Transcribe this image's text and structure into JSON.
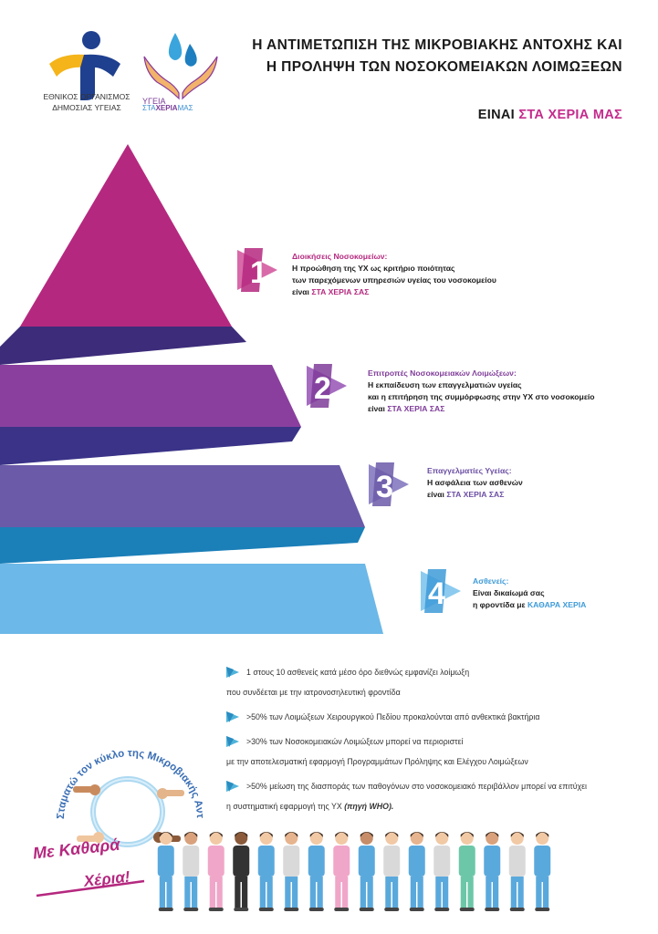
{
  "header": {
    "org_line1": "ΕΘΝΙΚΟΣ ΟΡΓΑΝΙΣΜΟΣ",
    "org_line2": "ΔΗΜΟΣΙΑΣ ΥΓΕΙΑΣ",
    "campaign_logo_line1": "ΥΓΕΙΑ",
    "campaign_logo_line2a": "ΣΤΑ",
    "campaign_logo_line2b": "ΧΕΡΙΑ",
    "campaign_logo_line2c": "ΜΑΣ",
    "title_line1": "Η ΑΝΤΙΜΕΤΩΠΙΣΗ ΤΗΣ ΜΙΚΡΟΒΙΑΚΗΣ ΑΝΤΟΧΗΣ ΚΑΙ",
    "title_line2": "Η ΠΡΟΛΗΨΗ ΤΩΝ ΝΟΣΟΚΟΜΕΙΑΚΩΝ ΛΟΙΜΩΞΕΩΝ",
    "tagline_pre": "ΕΙΝΑΙ",
    "tagline_hl": "ΣΤΑ ΧΕΡΙΑ ΜΑΣ"
  },
  "tiers": [
    {
      "number": "1",
      "heading": "Διοικήσεις Νοσοκομείων:",
      "line1": "Η προώθηση της ΥΧ ως κριτήριο ποιότητας",
      "line2": "των παρεχόμενων υπηρεσιών υγείας του νοσοκομείου",
      "line3_pre": "είναι",
      "line3_emph": "ΣΤΑ ΧΕΡΙΑ ΣΑΣ",
      "color": "#b5287f"
    },
    {
      "number": "2",
      "heading": "Επιτροπές Νοσοκομειακών Λοιμώξεων:",
      "line1": "Η εκπαίδευση των επαγγελματιών υγείας",
      "line2": "και η επιτήρηση της συμμόρφωσης στην ΥΧ στο νοσοκομείο",
      "line3_pre": "είναι",
      "line3_emph": "ΣΤΑ ΧΕΡΙΑ ΣΑΣ",
      "color": "#7f3c99"
    },
    {
      "number": "3",
      "heading": "Επαγγελματίες Υγείας:",
      "line1": "Η ασφάλεια των ασθενών",
      "line3_pre": "είναι",
      "line3_emph": "ΣΤΑ ΧΕΡΙΑ ΣΑΣ",
      "color": "#6b4ea3"
    },
    {
      "number": "4",
      "heading": "Ασθενείς:",
      "line1": "Είναι δικαίωμά σας",
      "line3_pre": "η φροντίδα με",
      "line3_emph": "ΚΑΘΑΡΑ ΧΕΡΙΑ",
      "color": "#3e9bd8"
    }
  ],
  "facts": [
    {
      "line1": "1 στους 10 ασθενείς κατά μέσο όρο διεθνώς εμφανίζει λοίμωξη",
      "line2": "που συνδέεται με την ιατρονοσηλευτική φροντίδα"
    },
    {
      "line1": ">50% των Λοιμώξεων Χειρουργικού Πεδίου προκαλούνται από ανθεκτικά βακτήρια"
    },
    {
      "line1": ">30% των Νοσοκομειακών Λοιμώξεων μπορεί  να περιοριστεί",
      "line2": "με την αποτελεσματική εφαρμογή Προγραμμάτων Πρόληψης και Ελέγχου Λοιμώξεων"
    },
    {
      "line1": ">50% μείωση της διασποράς των παθογόνων στο νοσοκομειακό περιβάλλον μπορεί να επιτύχει",
      "line2": "η συστηματική εφαρμογή της ΥΧ",
      "source": "(πηγή WHO)."
    }
  ],
  "bottom": {
    "circle_text": "Σταματώ τον κύκλο της Μικροβιακής Αντοχής",
    "slogan_line1": "Με Καθαρά",
    "slogan_line2": "Χέρια!"
  },
  "colors": {
    "magenta": "#b5287f",
    "purple": "#7f3c99",
    "violet": "#6b5aa8",
    "blue": "#1b7fb8",
    "light_blue": "#6cb8e8",
    "dark_purple": "#3d2c7a",
    "eody_blue": "#1f3f8f",
    "eody_yellow": "#f4b41a"
  },
  "icons": [
    "eody-logo",
    "hands-water-drops-logo",
    "number-badge",
    "triangle-bullet-icon",
    "hands-circle-icon",
    "healthcare-workers-illustration"
  ]
}
